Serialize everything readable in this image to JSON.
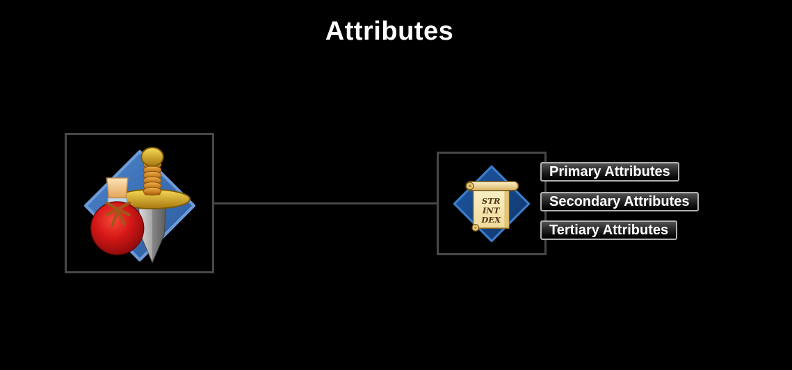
{
  "title": "Attributes",
  "diagram": {
    "left_node": {
      "icon": "sword-and-potion-icon"
    },
    "right_node": {
      "icon": "attributes-scroll-icon",
      "scroll_lines": [
        "STR",
        "INT",
        "DEX"
      ]
    },
    "labels": [
      {
        "text": "Primary Attributes"
      },
      {
        "text": "Secondary Attributes"
      },
      {
        "text": "Tertiary Attributes"
      }
    ]
  },
  "colors": {
    "background": "#000000",
    "box_border": "#484848",
    "connector_line": "#484848",
    "label_border": "#b2b2b2",
    "label_text": "#ffffff",
    "label_gradient_top": "#535353",
    "label_gradient_bottom": "#000000",
    "left_diamond_blue": "#3f78c0",
    "right_diamond_blue": "#17498e",
    "scroll_parchment": "#f9efc6",
    "scroll_text": "#50361a",
    "potion_red": "#cc1414",
    "gold": "#d9a820",
    "blade_silver": "#b8b8b8",
    "title_text": "#ffffff"
  }
}
